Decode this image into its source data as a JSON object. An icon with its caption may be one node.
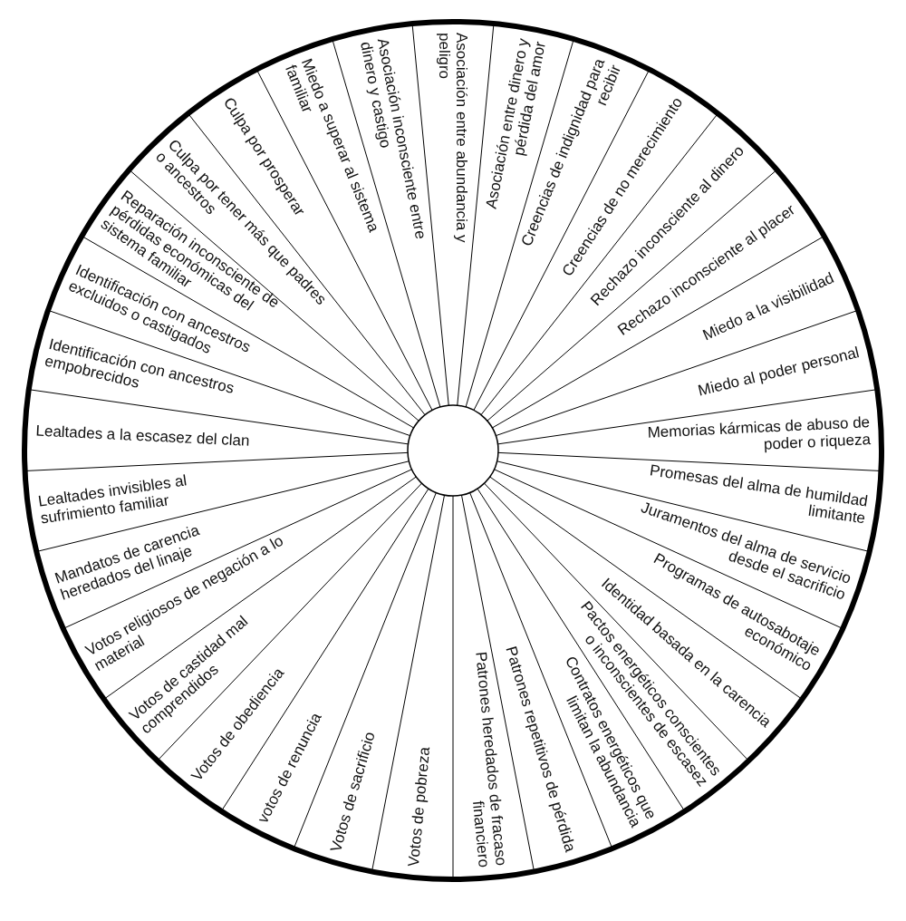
{
  "diagram": {
    "nodes": [
      {
        "text": [
          "Asociación entre abundancia y peligro"
        ]
      },
      {
        "text": [
          "Asociación entre dinero y pérdida del amor"
        ]
      },
      {
        "text": [
          "Creencias de indignidad para recibir"
        ]
      },
      {
        "text": [
          "Creencias de no merecimiento"
        ]
      },
      {
        "text": [
          "Rechazo inconsciente al dinero"
        ]
      },
      {
        "text": [
          "Rechazo inconsciente al placer"
        ]
      },
      {
        "text": [
          "Miedo a la visibilidad"
        ]
      },
      {
        "text": [
          "Miedo al poder personal"
        ]
      },
      {
        "text": [
          "Memorias kármicas de abuso de poder o riqueza"
        ]
      },
      {
        "text": [
          "Promesas del alma de humildad limitante"
        ]
      },
      {
        "text": [
          "Juramentos del alma de servicio desde el sacrificio"
        ]
      },
      {
        "text": [
          "Programas de autosabotaje económico"
        ]
      },
      {
        "text": [
          "Identidad basada en la carencia"
        ]
      },
      {
        "text": [
          "Pactos energéticos conscientes o inconscientes de escasez"
        ]
      },
      {
        "text": [
          "Contratos energéticos que limitan la abundancia"
        ]
      },
      {
        "text": [
          "Patrones repetitivos de pérdida"
        ]
      },
      {
        "text": [
          "Patrones heredados de fracaso financiero"
        ]
      },
      {
        "text": [
          "Votos de pobreza"
        ]
      },
      {
        "text": [
          "Votos de sacrificio"
        ]
      },
      {
        "text": [
          "votos de renuncia"
        ]
      },
      {
        "text": [
          "Votos de obediencia"
        ]
      },
      {
        "text": [
          "Votos de castidad mal comprendidos"
        ]
      },
      {
        "text": [
          "Votos religiosos de negación a lo material"
        ]
      },
      {
        "text": [
          "Mandatos de carencia heredados del linaje"
        ]
      },
      {
        "text": [
          "Lealtades invisibles al sufrimiento familiar"
        ]
      },
      {
        "text": [
          "Lealtades a la escasez del clan"
        ]
      },
      {
        "text": [
          "Identificación con ancestros empobrecidos"
        ]
      },
      {
        "text": [
          "Identificación con ancestros excluidos o castigados"
        ]
      },
      {
        "text": [
          "Reparación inconsciente de pérdidas económicas del sistema familiar"
        ]
      },
      {
        "text": [
          "Culpa por tener más que padres o ancestros"
        ]
      },
      {
        "text": [
          "Culpa por prosperar"
        ]
      },
      {
        "text": [
          "Miedo a superar al sistema familiar"
        ]
      },
      {
        "text": [
          "Asociación inconsciente entre dinero y castigo"
        ]
      }
    ]
  }
}
